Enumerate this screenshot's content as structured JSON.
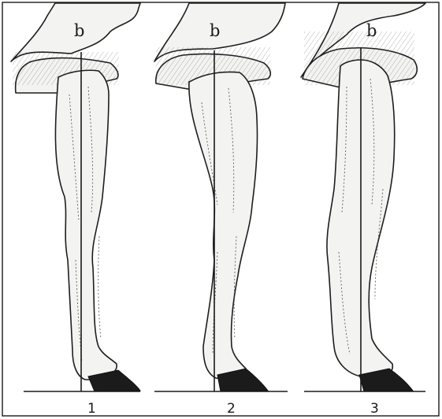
{
  "panels": [
    {
      "id": "1",
      "plumb_label": "b",
      "number": "1"
    },
    {
      "id": "2",
      "plumb_label": "b",
      "number": "2"
    },
    {
      "id": "3",
      "plumb_label": "b",
      "number": "3"
    }
  ],
  "colors": {
    "ink": "#1a1a1a",
    "paper": "#f3f3f1",
    "hoof": "#1b1b1b"
  }
}
